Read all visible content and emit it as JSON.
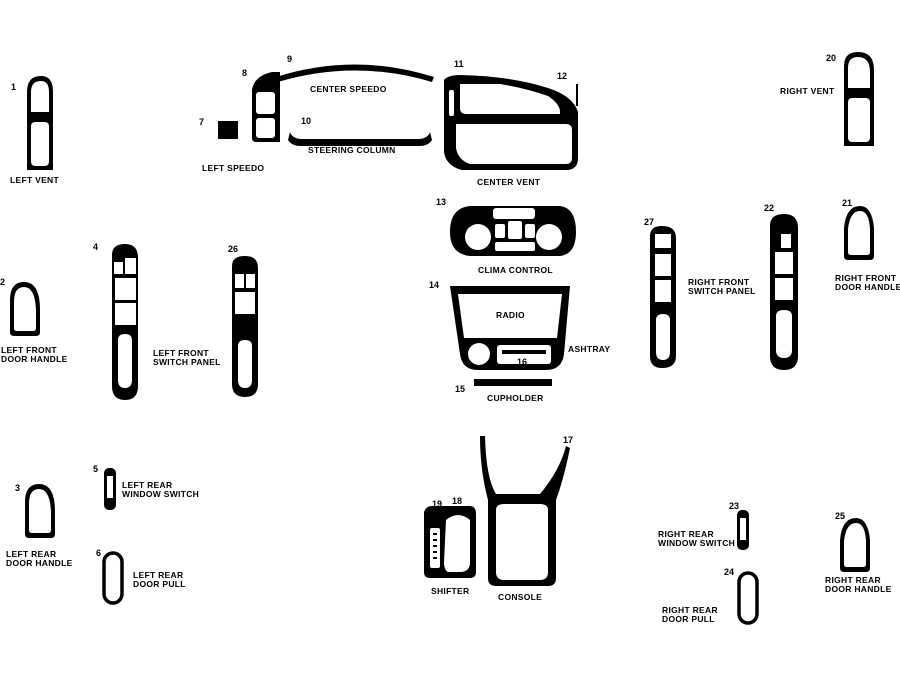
{
  "parts": [
    {
      "id": "p1",
      "number": "1",
      "label": [
        "LEFT VENT"
      ]
    },
    {
      "id": "p2",
      "number": "2",
      "label": [
        "LEFT FRONT",
        "DOOR HANDLE"
      ]
    },
    {
      "id": "p3",
      "number": "3",
      "label": [
        "LEFT REAR",
        "DOOR HANDLE"
      ]
    },
    {
      "id": "p4",
      "number": "4",
      "label": []
    },
    {
      "id": "p5",
      "number": "5",
      "label": [
        "LEFT REAR",
        "WINDOW SWITCH"
      ]
    },
    {
      "id": "p6",
      "number": "6",
      "label": [
        "LEFT REAR",
        "DOOR PULL"
      ]
    },
    {
      "id": "p7",
      "number": "7",
      "label": [
        "LEFT SPEEDO"
      ]
    },
    {
      "id": "p8",
      "number": "8",
      "label": []
    },
    {
      "id": "p9",
      "number": "9",
      "label": [
        "CENTER SPEEDO"
      ]
    },
    {
      "id": "p10",
      "number": "10",
      "label": [
        "STEERING COLUMN"
      ]
    },
    {
      "id": "p11",
      "number": "11",
      "label": [
        "CENTER VENT"
      ]
    },
    {
      "id": "p12",
      "number": "12",
      "label": []
    },
    {
      "id": "p13",
      "number": "13",
      "label": [
        "CLIMA CONTROL"
      ]
    },
    {
      "id": "p14",
      "number": "14",
      "label": [
        "RADIO"
      ]
    },
    {
      "id": "p15",
      "number": "15",
      "label": [
        "CUPHOLDER"
      ]
    },
    {
      "id": "p16",
      "number": "16",
      "label": [
        "ASHTRAY"
      ]
    },
    {
      "id": "p17",
      "number": "17",
      "label": [
        "CONSOLE"
      ]
    },
    {
      "id": "p18",
      "number": "18",
      "label": []
    },
    {
      "id": "p19",
      "number": "19",
      "label": [
        "SHIFTER"
      ]
    },
    {
      "id": "p20",
      "number": "20",
      "label": [
        "RIGHT VENT"
      ]
    },
    {
      "id": "p21",
      "number": "21",
      "label": [
        "RIGHT FRONT",
        "DOOR HANDLE"
      ]
    },
    {
      "id": "p22",
      "number": "22",
      "label": []
    },
    {
      "id": "p23",
      "number": "23",
      "label": [
        "RIGHT REAR",
        "WINDOW SWITCH"
      ]
    },
    {
      "id": "p24",
      "number": "24",
      "label": [
        "RIGHT REAR",
        "DOOR PULL"
      ]
    },
    {
      "id": "p25",
      "number": "25",
      "label": [
        "RIGHT REAR",
        "DOOR HANDLE"
      ]
    },
    {
      "id": "p26",
      "number": "26",
      "label": [
        "LEFT FRONT",
        "SWITCH PANEL"
      ]
    },
    {
      "id": "p27",
      "number": "27",
      "label": [
        "RIGHT FRONT",
        "SWITCH PANEL"
      ]
    }
  ]
}
